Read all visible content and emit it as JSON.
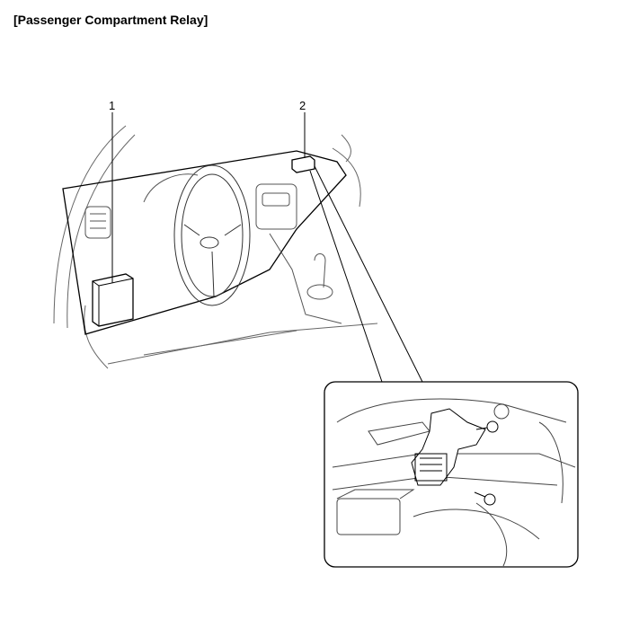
{
  "title": "[Passenger Compartment Relay]",
  "callouts": [
    {
      "number": "1"
    },
    {
      "number": "2"
    }
  ]
}
